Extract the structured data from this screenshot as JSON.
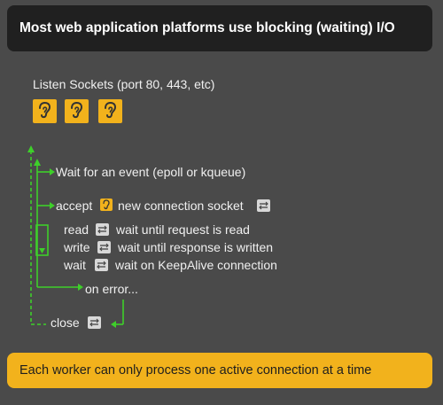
{
  "header": {
    "title": "Most web application platforms use blocking (waiting) I/O"
  },
  "listen": {
    "label": "Listen Sockets (port 80, 443, etc)",
    "sockets": [
      "ear-icon",
      "ear-icon",
      "ear-icon"
    ]
  },
  "loop": {
    "wait_event": "Wait for an event (epoll or kqueue)",
    "accept": "accept",
    "new_connection": "new connection socket",
    "read": "read",
    "read_desc": "wait until request is read",
    "write": "write",
    "write_desc": "wait until response is written",
    "wait": "wait",
    "wait_desc": "wait on KeepAlive connection",
    "on_error": "on error...",
    "close": "close"
  },
  "footer": {
    "text": "Each worker can only process one active connection at a time"
  },
  "colors": {
    "background": "#4a4a4a",
    "header_bg": "#202020",
    "accent": "#f2b21c",
    "flow_line": "#3ecf2a",
    "text": "#f0f0f0"
  }
}
